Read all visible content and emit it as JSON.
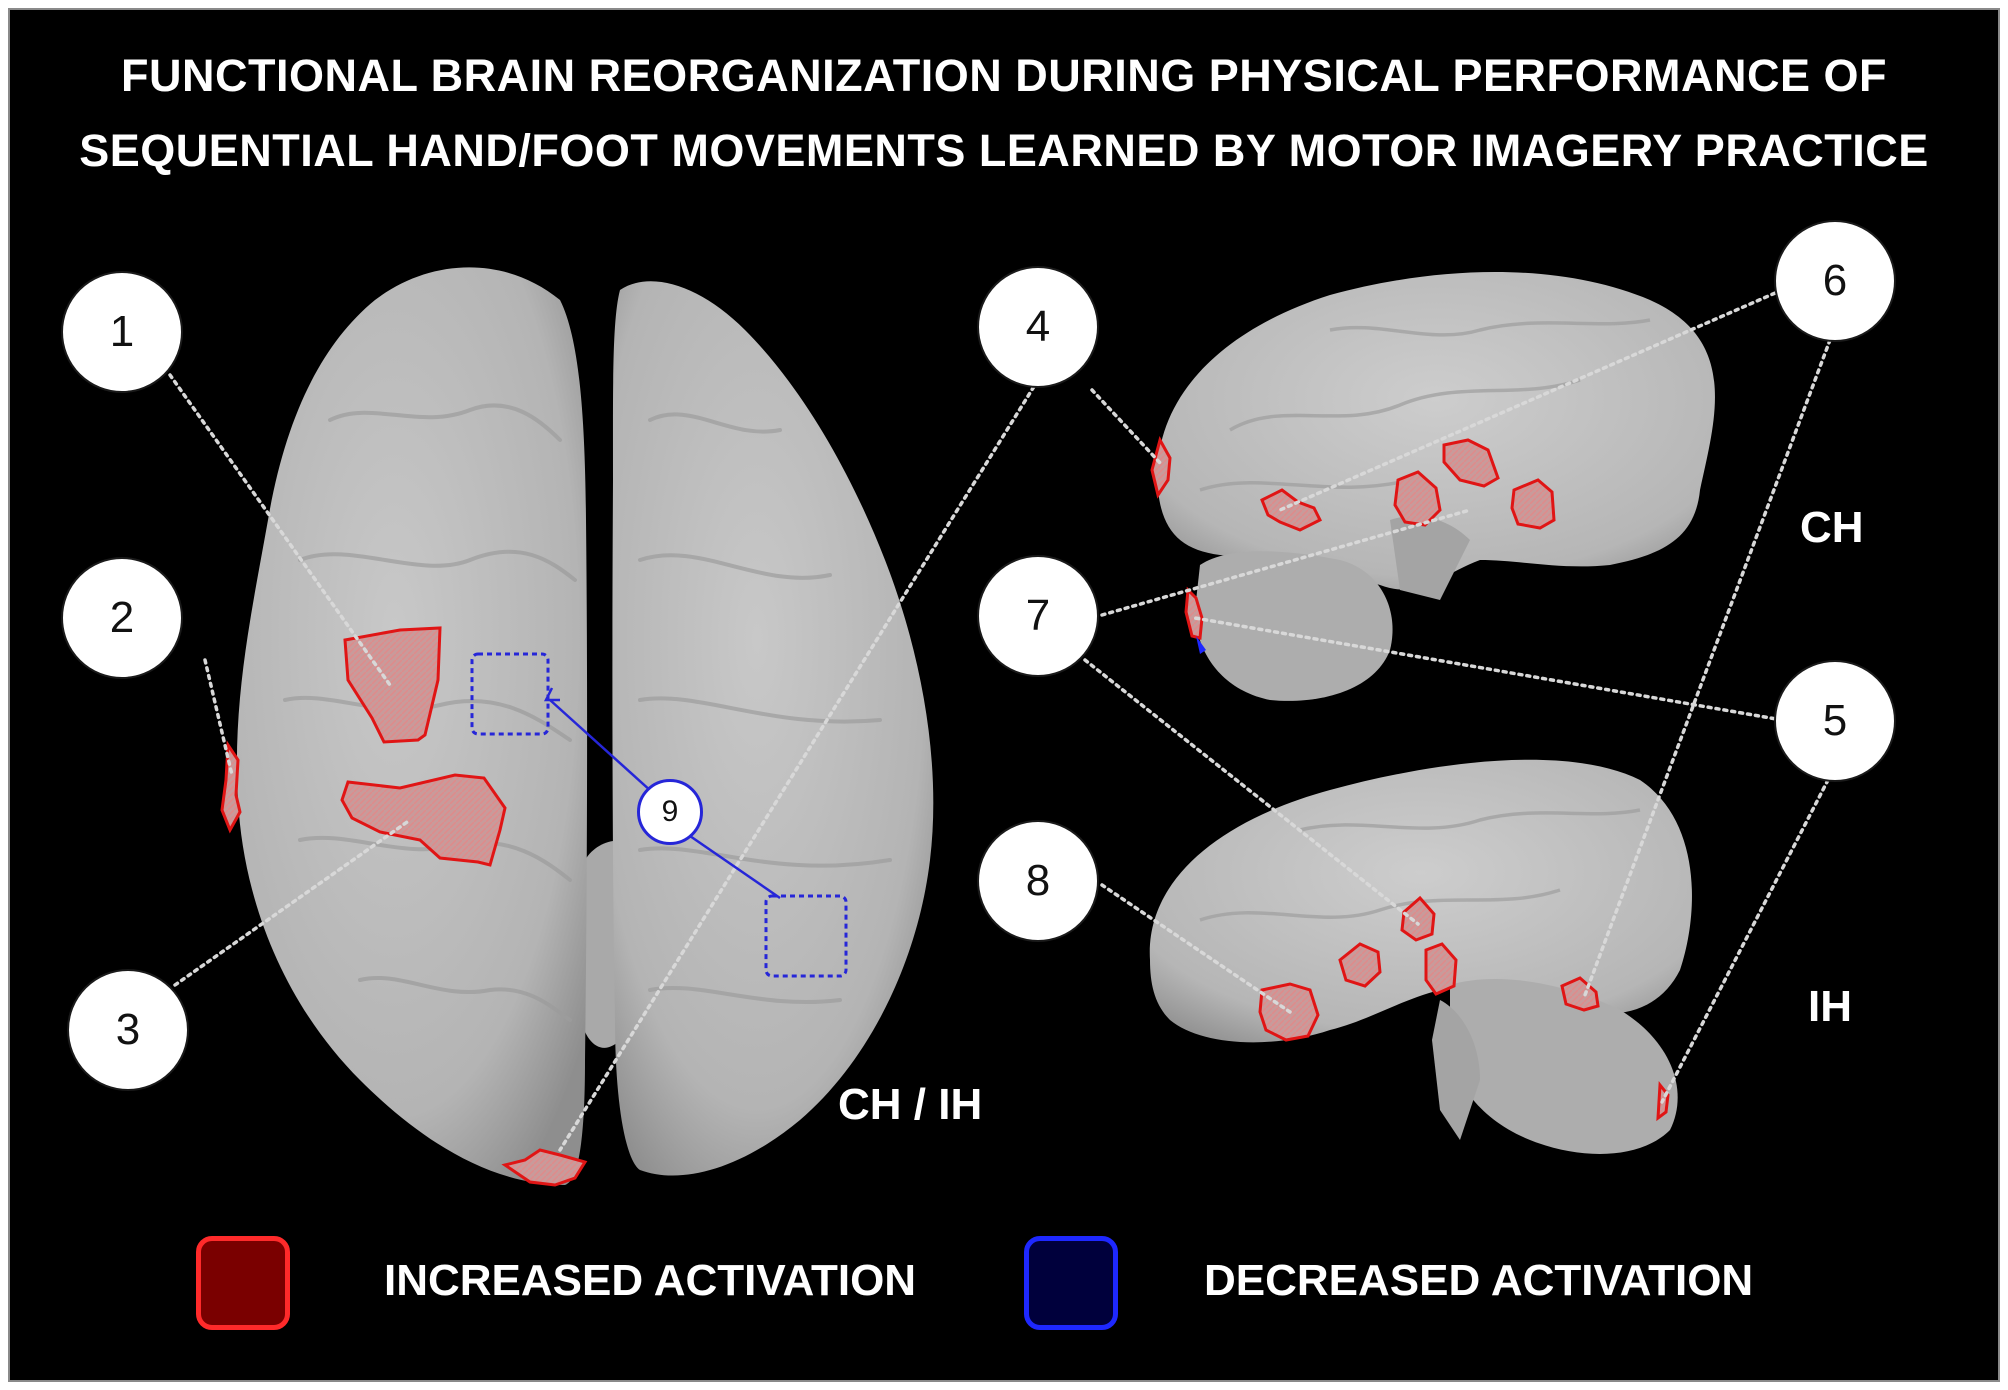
{
  "title": {
    "line1": "FUNCTIONAL BRAIN REORGANIZATION DURING PHYSICAL PERFORMANCE OF",
    "line2": "SEQUENTIAL HAND/FOOT MOVEMENTS LEARNED BY MOTOR IMAGERY PRACTICE"
  },
  "views": {
    "dorsal_label": "CH / IH",
    "upper_sagittal_label": "CH",
    "lower_sagittal_label": "IH"
  },
  "callouts": [
    "1",
    "2",
    "3",
    "4",
    "5",
    "6",
    "7",
    "8",
    "9"
  ],
  "legend": {
    "increased": {
      "label": "INCREASED ACTIVATION",
      "fill": "#7a0000",
      "border": "#ff2a2a"
    },
    "decreased": {
      "label": "DECREASED ACTIVATION",
      "fill": "#00003c",
      "border": "#1e28ff"
    }
  },
  "colors": {
    "background": "#000000",
    "brain": "#bdbdbd",
    "activation_outline": "#e01515",
    "deactivation_outline": "#2626d8",
    "leader_line": "#d8d8d8"
  }
}
